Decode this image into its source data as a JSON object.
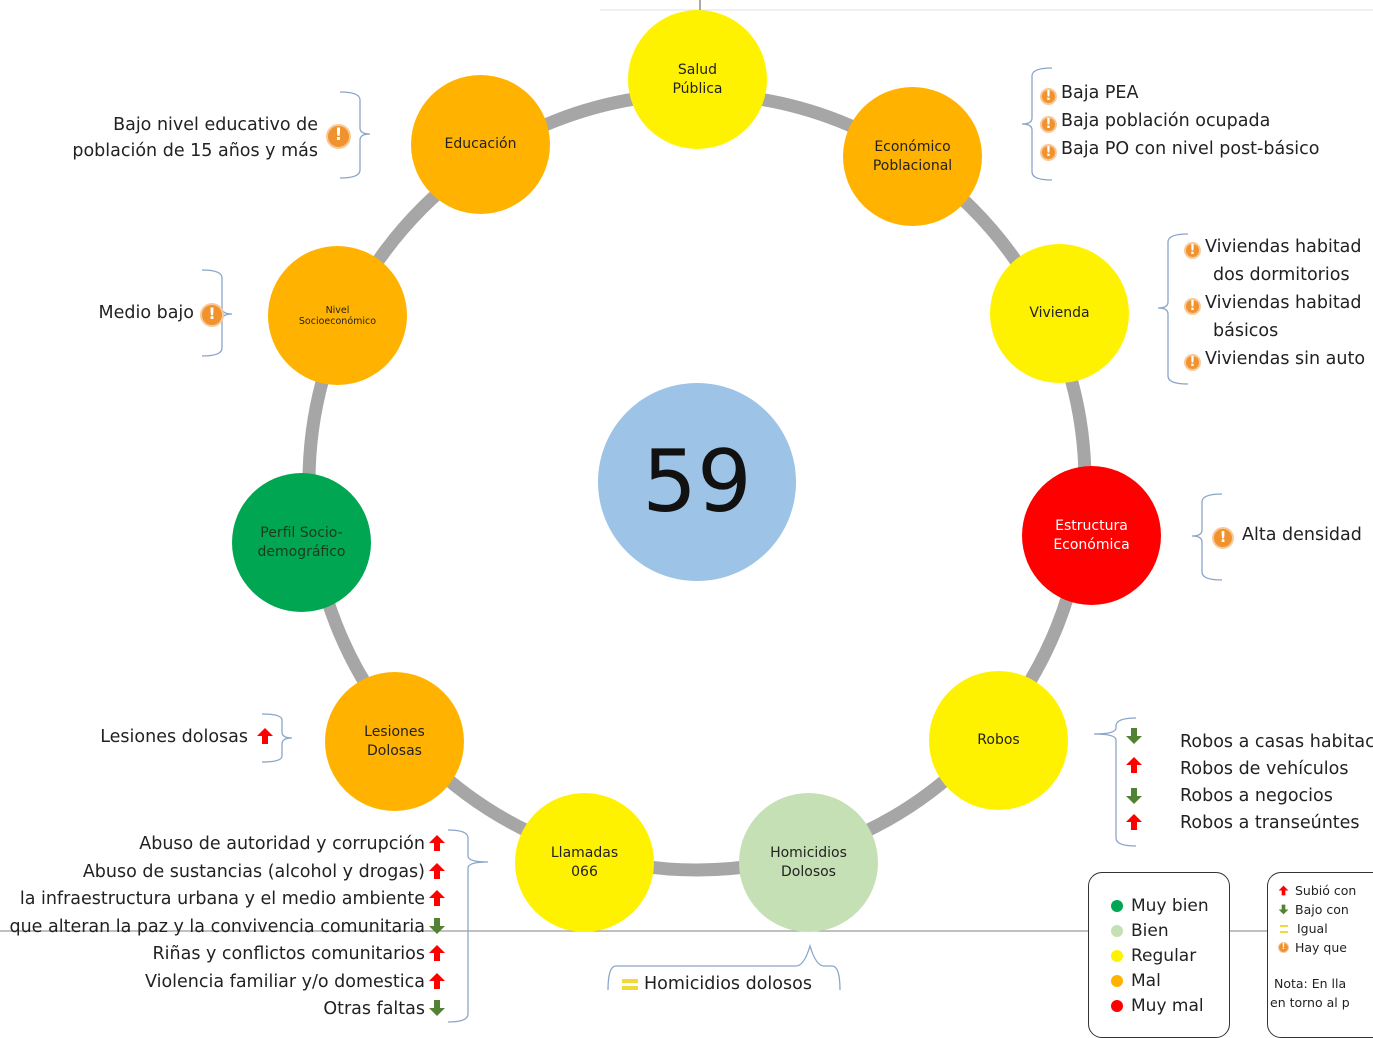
{
  "center_value": "59",
  "nodes": [
    {
      "id": "salud",
      "label": "Salud\nPública",
      "color": "#fff200"
    },
    {
      "id": "economico",
      "label": "Económico\nPoblacional",
      "color": "#ffb300"
    },
    {
      "id": "vivienda",
      "label": "Vivienda",
      "color": "#fff200"
    },
    {
      "id": "estructura",
      "label": "Estructura\nEconómica",
      "color": "#ff0000"
    },
    {
      "id": "robos",
      "label": "Robos",
      "color": "#fff200"
    },
    {
      "id": "homicidios",
      "label": "Homicidios\nDolosos",
      "color": "#c5e0b4"
    },
    {
      "id": "llamadas",
      "label": "Llamadas\n066",
      "color": "#fff200"
    },
    {
      "id": "lesiones",
      "label": "Lesiones\nDolosas",
      "color": "#ffb300"
    },
    {
      "id": "perfil",
      "label": "Perfil Socio-\ndemográfico",
      "color": "#00a651"
    },
    {
      "id": "nivel",
      "label": "Nivel\nSocioeconómico",
      "color": "#ffb300"
    },
    {
      "id": "educacion",
      "label": "Educación",
      "color": "#ffb300"
    }
  ],
  "annotations": {
    "educacion": [
      "Bajo nivel educativo de",
      "población de 15 años y más"
    ],
    "nivel": "Medio bajo",
    "lesiones": "Lesiones dolosas",
    "economico": [
      "Baja PEA",
      "Baja población ocupada",
      "Baja PO con nivel post-básico"
    ],
    "vivienda": [
      "Viviendas habitad",
      "dos dormitorios",
      "Viviendas habitad",
      "básicos",
      "Viviendas sin auto"
    ],
    "estructura": "Alta densidad",
    "robos": [
      "Robos a casas habitac",
      "Robos de vehículos",
      "Robos a negocios",
      "Robos a transeúntes"
    ],
    "homicidios": "Homicidios dolosos",
    "llamadas": [
      "Abuso de autoridad y corrupción",
      "Abuso de sustancias (alcohol y drogas)",
      "la infraestructura urbana y el medio ambiente",
      "que alteran la paz y la convivencia comunitaria",
      "Riñas y conflictos comunitarios",
      "Violencia familiar y/o domestica",
      "Otras faltas"
    ]
  },
  "legend_status": [
    {
      "label": "Muy bien",
      "color": "#00a651"
    },
    {
      "label": "Bien",
      "color": "#c5e0b4"
    },
    {
      "label": "Regular",
      "color": "#fff200"
    },
    {
      "label": "Mal",
      "color": "#ffb300"
    },
    {
      "label": "Muy mal",
      "color": "#ff0000"
    }
  ],
  "legend_trend": {
    "items": [
      "Subió con",
      "Bajo con",
      "Igual",
      "Hay que"
    ],
    "note": [
      "Nota: En lla",
      "en torno al p"
    ]
  },
  "colors": {
    "ring": "#a6a6a6",
    "center": "#9dc3e6",
    "up": "#ff0000",
    "down": "#548235",
    "warn": "#f0922e"
  }
}
